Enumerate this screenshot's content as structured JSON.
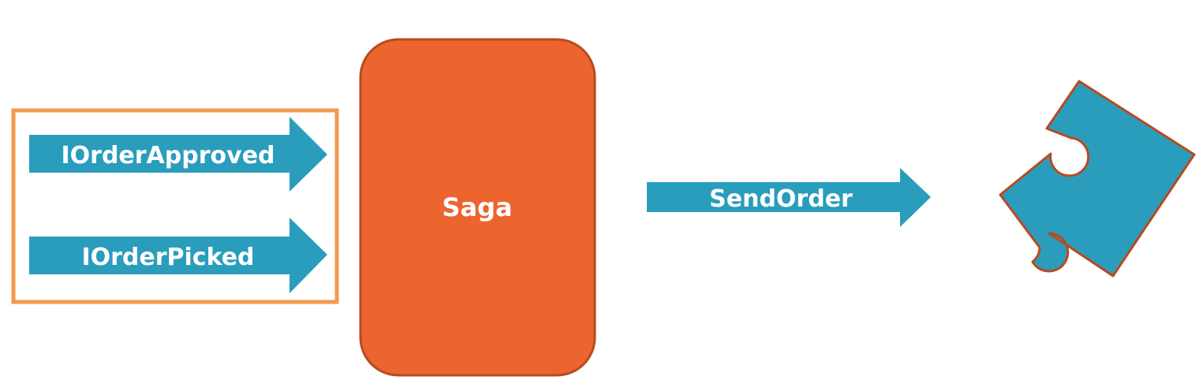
{
  "colors": {
    "background": "#ffffff",
    "arrow_fill": "#2a9dbd",
    "saga_fill": "#ec652f",
    "saga_stroke": "#b84a20",
    "group_border": "#f39a4f",
    "puzzle_fill": "#2a9dbd",
    "puzzle_stroke": "#b84a20",
    "text": "#ffffff"
  },
  "incoming_group": {
    "messages": [
      {
        "label": "IOrderApproved",
        "icon": "arrow-right-icon"
      },
      {
        "label": "IOrderPicked",
        "icon": "arrow-right-icon"
      }
    ]
  },
  "saga": {
    "label": "Saga"
  },
  "command": {
    "label": "SendOrder",
    "icon": "arrow-right-icon"
  },
  "handler": {
    "icon": "puzzle-piece-icon"
  }
}
